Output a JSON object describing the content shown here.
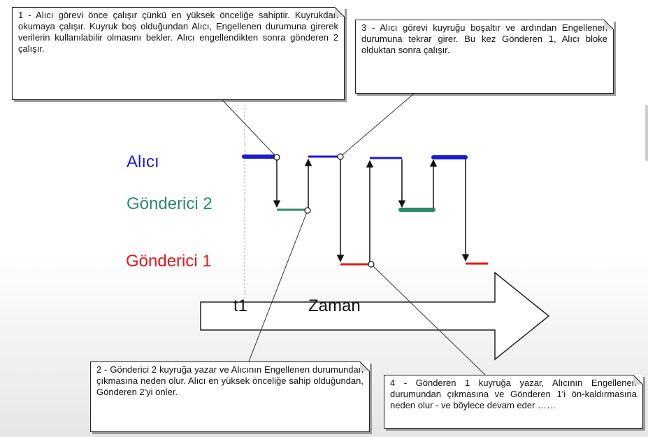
{
  "notes": {
    "n1": "1 - Alıcı görevi önce çalışır çünkü en yüksek önceliğe sahiptir. Kuyrukdan okumaya çalışır. Kuyruk boş olduğundan Alıcı, Engellenen durumuna girerek verilerin kullanılabilir olmasını bekler. Alıcı engellendikten sonra gönderen 2 çalışır.",
    "n2": "2 - Gönderici 2 kuyruğa yazar ve Alıcının Engellenen durumundan çıkmasına neden olur. Alıcı en yüksek önceliğe sahip olduğundan, Gönderen 2'yi önler.",
    "n3": "3 - Alıcı görevi kuyruğu boşaltır ve ardından Engellenen durumuna tekrar girer. Bu kez Gönderen 1, Alıcı bloke olduktan sonra çalışır.",
    "n4": "4 - Gönderen 1 kuyruğa yazar, Alıcının Engellenen durumundan çıkmasına ve Gönderen 1'i ön-kaldırmasına neden olur - ve böylece devam eder ……"
  },
  "lanes": {
    "receiver": "Alıcı",
    "sender2": "Gönderici 2",
    "sender1": "Gönderici 1"
  },
  "axis": {
    "t1": "t1",
    "label": "Zaman"
  },
  "colors": {
    "receiver": "#1b1bcf",
    "sender2": "#2b8a6a",
    "sender1": "#e01a1a"
  }
}
